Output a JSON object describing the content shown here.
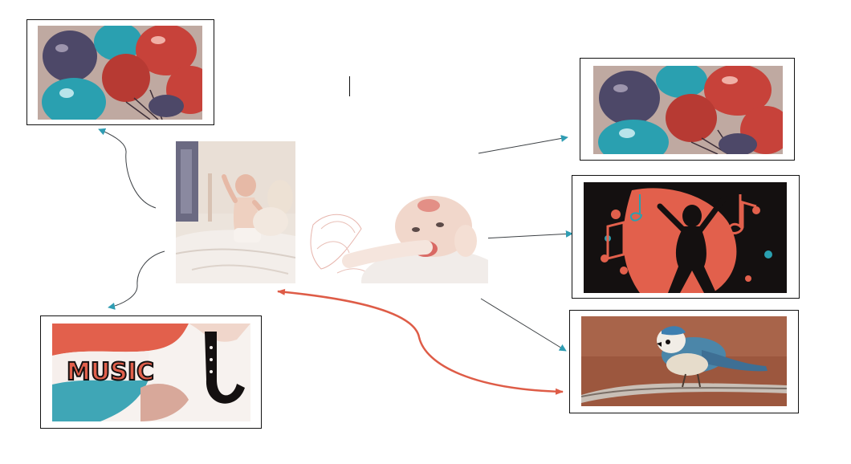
{
  "colors": {
    "connector_dark": "#3c4044",
    "connector_red": "#de5c47",
    "arrow_teal": "#2f9db3",
    "frame_border": "#111111",
    "balloon_teal": "#2aa0b0",
    "balloon_red": "#c7423a",
    "balloon_purple": "#4d4868",
    "music_black": "#141010",
    "bird_brown": "#9c573e"
  },
  "nodes": {
    "center_left": {
      "icon": "baby-sitting-photo"
    },
    "center_right": {
      "icon": "baby-eating-photo"
    },
    "top_left": {
      "icon": "balloons-photo"
    },
    "bottom_left": {
      "icon": "music-saxophone-photo",
      "label": "MUSIC"
    },
    "top_right": {
      "icon": "balloons-photo"
    },
    "middle_right": {
      "icon": "dancer-music-notes-photo"
    },
    "bottom_right": {
      "icon": "bird-on-branch-photo"
    }
  }
}
